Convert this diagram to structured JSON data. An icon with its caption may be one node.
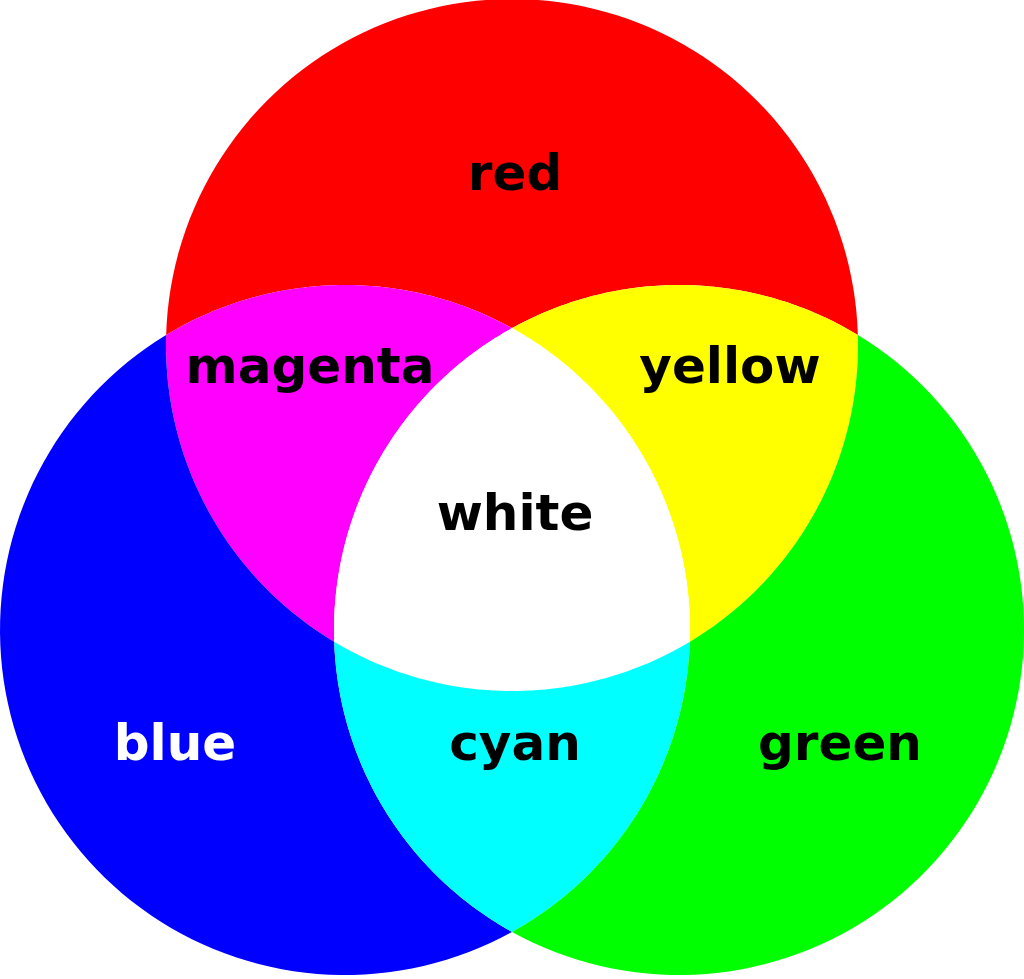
{
  "diagram": {
    "nodes": [
      {
        "text": [
          "red"
        ]
      },
      {
        "text": [
          "magenta"
        ]
      },
      {
        "text": [
          "yellow"
        ]
      },
      {
        "text": [
          "white"
        ]
      },
      {
        "text": [
          "blue"
        ]
      },
      {
        "text": [
          "cyan"
        ]
      },
      {
        "text": [
          "green"
        ]
      }
    ]
  }
}
